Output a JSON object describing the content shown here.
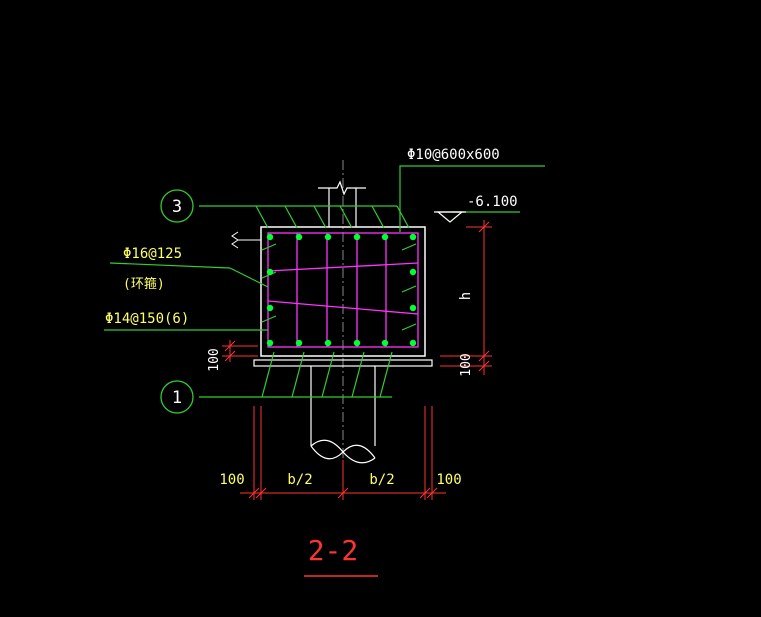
{
  "colors": {
    "background": "#000000",
    "annotation": "#33cc33",
    "dimension": "#ff3333",
    "text": "#ffff66",
    "outline": "#ffffff",
    "stirrup": "#ff33ff",
    "rebar": "#00ff33",
    "centerline": "#aaaaaa"
  },
  "callouts": {
    "bubble_top": "3",
    "bubble_bottom": "1",
    "stirrup_spec": "Φ10@600x600",
    "ring_bar_spec": "Φ16@125",
    "ring_bar_note": "(环箍)",
    "bottom_bar_spec": "Φ14@150(6)"
  },
  "elevation": {
    "label": "-6.100"
  },
  "dimensions": {
    "height": "h",
    "bottom_cover_right": "100",
    "bottom_cover_left": "100",
    "left_edge": "100",
    "half_width_left": "b/2",
    "half_width_right": "b/2",
    "right_edge": "100"
  },
  "section": {
    "title": "2-2"
  }
}
